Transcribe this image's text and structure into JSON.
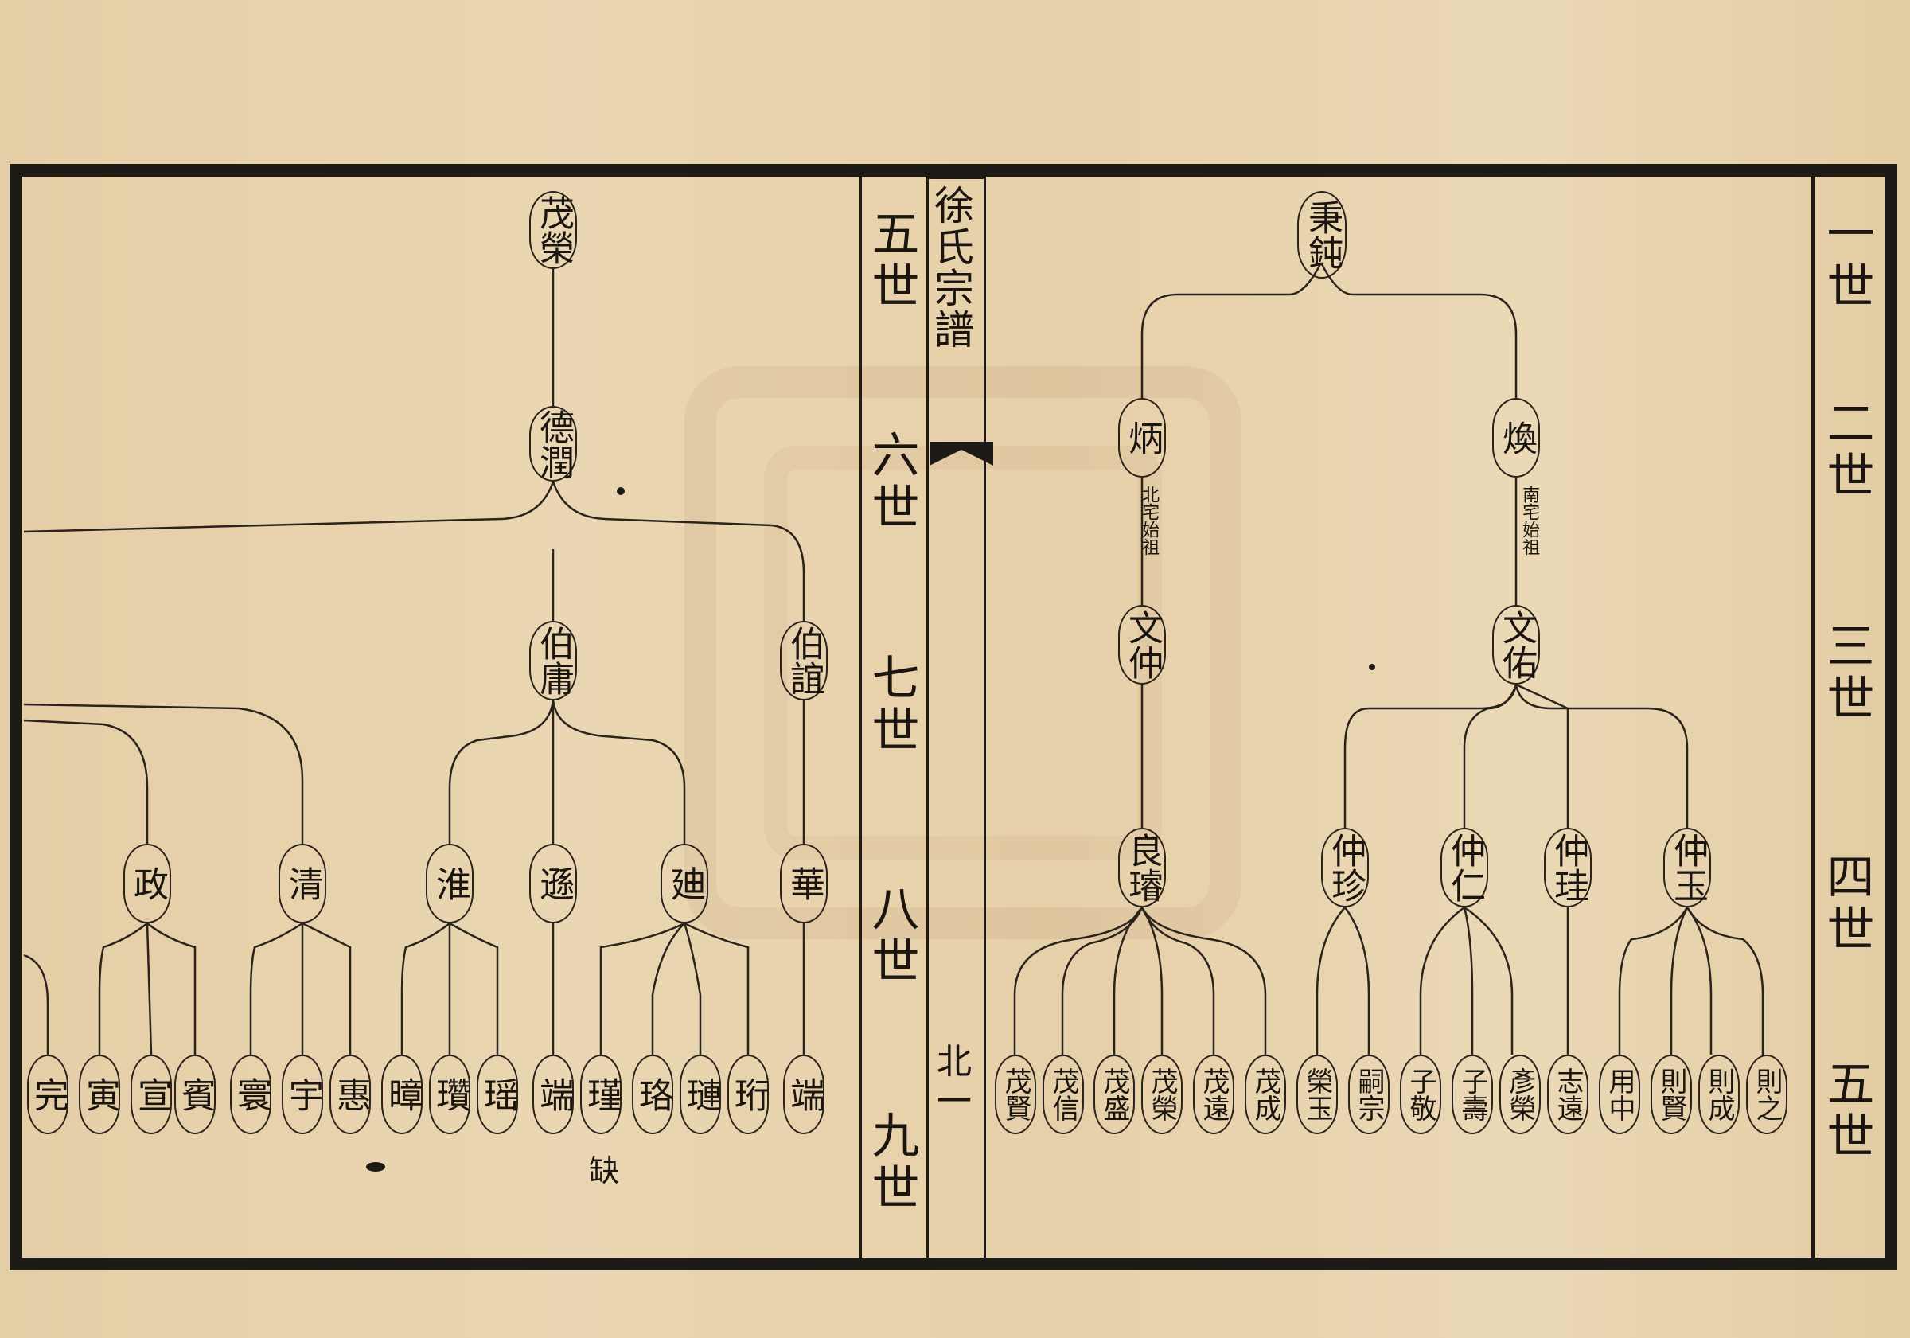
{
  "title": "徐氏宗譜",
  "page_number": "北一",
  "generations_right": [
    "一世",
    "二世",
    "三世",
    "四世",
    "五世"
  ],
  "generations_center": [
    "五世",
    "六世",
    "七世",
    "八世",
    "九世"
  ],
  "note_missing": "缺",
  "right_tree": {
    "root": "秉鈍",
    "gen2": [
      {
        "name": "炳",
        "note": "北宅始祖"
      },
      {
        "name": "煥",
        "note": "南宅始祖"
      }
    ],
    "gen3": [
      "文仲",
      "文佑"
    ],
    "gen4": [
      "良璿",
      "仲珍",
      "仲仁",
      "仲珪",
      "仲玉"
    ],
    "gen5": [
      "茂賢",
      "茂信",
      "茂盛",
      "茂榮",
      "茂遠",
      "茂成",
      "榮玉",
      "嗣宗",
      "子敬",
      "子壽",
      "彥榮",
      "志遠",
      "用中",
      "則賢",
      "則成",
      "則之"
    ]
  },
  "left_tree": {
    "gen5": "茂榮",
    "gen6": "德潤",
    "gen7": [
      "伯庸",
      "伯誼"
    ],
    "gen8": [
      "政",
      "清",
      "淮",
      "遜",
      "廸",
      "華"
    ],
    "gen9": [
      "完",
      "寅",
      "宣",
      "賓",
      "寰",
      "宇",
      "惠",
      "暲",
      "瓚",
      "瑶",
      "端",
      "瑾",
      "珞",
      "璉",
      "珩",
      "端"
    ]
  }
}
